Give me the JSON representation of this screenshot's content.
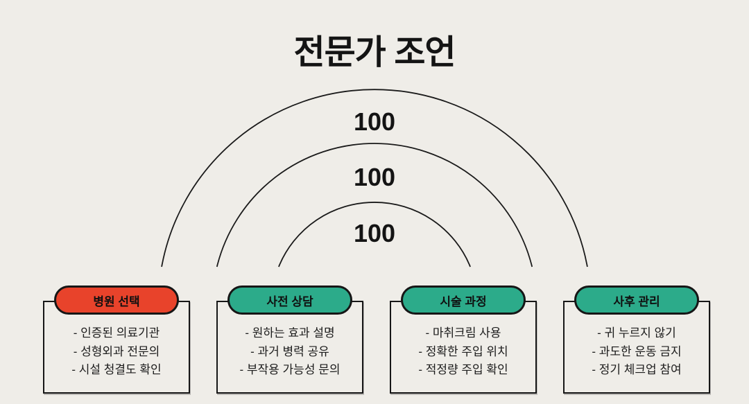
{
  "title": "전문가 조언",
  "colors": {
    "background": "#EFEDE8",
    "line": "#1A1A1A",
    "text": "#1A1A1A",
    "red": "#E8432B",
    "teal": "#2CAB8A"
  },
  "arcs": [
    {
      "name": "outer",
      "value": "100"
    },
    {
      "name": "middle",
      "value": "100"
    },
    {
      "name": "inner",
      "value": "100"
    }
  ],
  "cards": [
    {
      "label": "병원 선택",
      "color": "#E8432B",
      "items": [
        "- 인증된 의료기관",
        "- 성형외과 전문의",
        "- 시설 청결도 확인"
      ]
    },
    {
      "label": "사전 상담",
      "color": "#2CAB8A",
      "items": [
        "- 원하는 효과 설명",
        "- 과거 병력 공유",
        "- 부작용 가능성 문의"
      ]
    },
    {
      "label": "시술 과정",
      "color": "#2CAB8A",
      "items": [
        "- 마취크림 사용",
        "- 정확한 주입 위치",
        "- 적정량 주입 확인"
      ]
    },
    {
      "label": "사후 관리",
      "color": "#2CAB8A",
      "items": [
        "- 귀 누르지 않기",
        "- 과도한 운동 금지",
        "- 정기 체크업 참여"
      ]
    }
  ]
}
